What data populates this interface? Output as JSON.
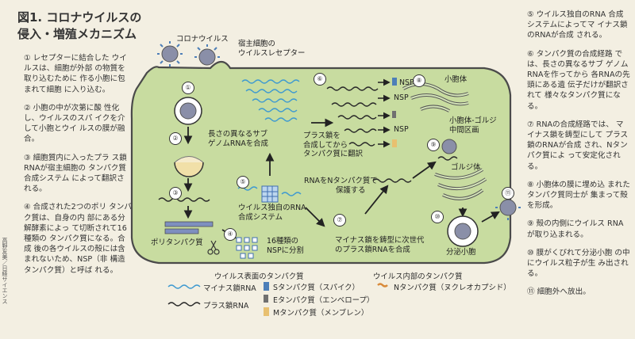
{
  "title": {
    "line1": "図1. コロナウイルスの",
    "line2": "侵入・増殖メカニズム"
  },
  "left_steps": [
    "① レセプターに結合した ウイルスは、細胞が外部 の物質を取り込むために 作る小胞に包まれて細胞 に入り込む。",
    "② 小胞の中が次第に酸 性化し、ウイルスのスパ イクを介して小胞とウイ ルスの膜が融合。",
    "③ 細胞質内に入ったプラ ス鎖RNAが宿主細胞の タンパク質合成システム によって翻訳される。",
    "④ 合成された2つのポリ タンパク質は、自身の内 部にある分解酵素によっ て切断されて16種類の タンパク質になる。合成 後の各ウイルスの殻には含 まれないため、NSP（非 構造タンパク質）と呼ば れる。"
  ],
  "right_steps": [
    "⑤ ウイルス独自のRNA 合成システムによってマ イナス鎖のRNAが合成 される。",
    "⑥ タンパク質の合成経路 では、長さの異なるサブ ゲノムRNAを作ってから 各RNAの先頭にある遺 伝子だけが翻訳されて 様々なタンパク質になる。",
    "⑦ RNAの合成経路では、 マイナス鎖を鋳型にして プラス鎖のRNAが合成 され、Nタンパク質によ って安定化される。",
    "⑧ 小胞体の膜に埋め込 まれたタンパク質同士が 集まって殻を形成。",
    "⑨ 殻の内側にウイルス RNAが取り込まれる。",
    "⑩ 膜がくびれて分泌小胞 の中にウイルス粒子が生 み出される。",
    "⑪ 細胞外へ放出。"
  ],
  "side_credit": "高野友美／日経サイエンス",
  "diagram": {
    "coronavirus": "コロナウイルス",
    "receptor": {
      "line1": "宿主細胞の",
      "line2": "ウイルスレセプター"
    },
    "er": "小胞体",
    "golgi_inter": {
      "line1": "小胞体-ゴルジ",
      "line2": "中間区画"
    },
    "golgi": "ゴルジ体",
    "secretory": "分泌小胞",
    "subgenomic": {
      "line1": "長さの異なるサブ",
      "line2": "ゲノムRNAを合成"
    },
    "plus_translate": {
      "line1": "プラス鎖を",
      "line2": "合成してから",
      "line3": "タンパク質に翻訳"
    },
    "rna_system": {
      "line1": "ウイルス独自のRNA",
      "line2": "合成システム"
    },
    "rna_n": {
      "line1": "RNAをNタンパク質で",
      "line2": "保護する"
    },
    "minus_template": {
      "line1": "マイナス鎖を鋳型に次世代",
      "line2": "のプラス鎖RNAを合成"
    },
    "polyprotein": "ポリタンパク質",
    "nsp_split": {
      "line1": "16種類の",
      "line2": "NSPに分割"
    },
    "nsp": "NSP",
    "step_numbers": [
      "①",
      "②",
      "③",
      "④",
      "⑤",
      "⑥",
      "⑦",
      "⑧",
      "⑨",
      "⑩",
      "⑪"
    ]
  },
  "legend": {
    "surface_header": "ウイルス表面のタンパク質",
    "inner_header": "ウイルス内部のタンパク質",
    "minus_rna": "マイナス鎖RNA",
    "plus_rna": "プラス鎖RNA",
    "s_protein": "Sタンパク質（スパイク）",
    "e_protein": "Eタンパク質（エンベロープ）",
    "m_protein": "Mタンパク質（メンブレン）",
    "n_protein": "Nタンパク質（ヌクレオカプシド）"
  },
  "colors": {
    "cell": "#c8dca0",
    "cell_border": "#4a4a4a",
    "minus_rna": "#3f9ad0",
    "plus_rna": "#2a2a2a",
    "s_protein": "#4d7fb8",
    "e_protein": "#707070",
    "m_protein": "#e8c070",
    "n_protein": "#d88a3a",
    "virus": "#8a8fa8"
  }
}
